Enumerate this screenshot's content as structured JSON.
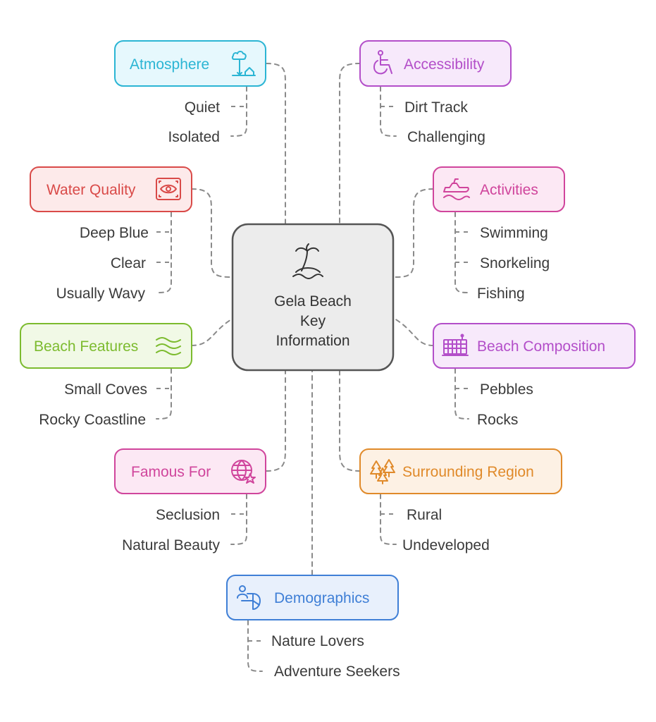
{
  "center": {
    "lines": [
      "Gela Beach",
      "Key",
      "Information"
    ],
    "icon": "palm-island-icon"
  },
  "nodes": [
    {
      "id": "atmosphere",
      "label": "Atmosphere",
      "icon": "weather-house-icon",
      "color": "#2bb5d4",
      "fill": "#e6f8fd",
      "items": [
        "Quiet",
        "Isolated"
      ]
    },
    {
      "id": "accessibility",
      "label": "Accessibility",
      "icon": "wheelchair-icon",
      "color": "#b34ec9",
      "fill": "#f7e9fb",
      "items": [
        "Dirt Track",
        "Challenging"
      ]
    },
    {
      "id": "water-quality",
      "label": "Water Quality",
      "icon": "eye-scan-icon",
      "color": "#d94a48",
      "fill": "#fdeaea",
      "items": [
        "Deep Blue",
        "Clear",
        "Usually Wavy"
      ]
    },
    {
      "id": "activities",
      "label": "Activities",
      "icon": "jet-ski-icon",
      "color": "#d0459c",
      "fill": "#fce8f4",
      "items": [
        "Swimming",
        "Snorkeling",
        "Fishing"
      ]
    },
    {
      "id": "beach-features",
      "label": "Beach Features",
      "icon": "waves-icon",
      "color": "#7cbb2e",
      "fill": "#f1f9e6",
      "items": [
        "Small Coves",
        "Rocky Coastline"
      ]
    },
    {
      "id": "beach-composition",
      "label": "Beach Composition",
      "icon": "pebbles-grid-icon",
      "color": "#b34ec9",
      "fill": "#f7e9fb",
      "items": [
        "Pebbles",
        "Rocks"
      ]
    },
    {
      "id": "famous-for",
      "label": "Famous For",
      "icon": "globe-star-icon",
      "color": "#d0459c",
      "fill": "#fce8f4",
      "items": [
        "Seclusion",
        "Natural Beauty"
      ]
    },
    {
      "id": "surrounding-region",
      "label": "Surrounding Region",
      "icon": "trees-icon",
      "color": "#e08a2a",
      "fill": "#fdf1e4",
      "items": [
        "Rural",
        "Undeveloped"
      ]
    },
    {
      "id": "demographics",
      "label": "Demographics",
      "icon": "people-chart-icon",
      "color": "#3f7fd6",
      "fill": "#e8f0fc",
      "items": [
        "Nature Lovers",
        "Adventure Seekers"
      ]
    }
  ]
}
